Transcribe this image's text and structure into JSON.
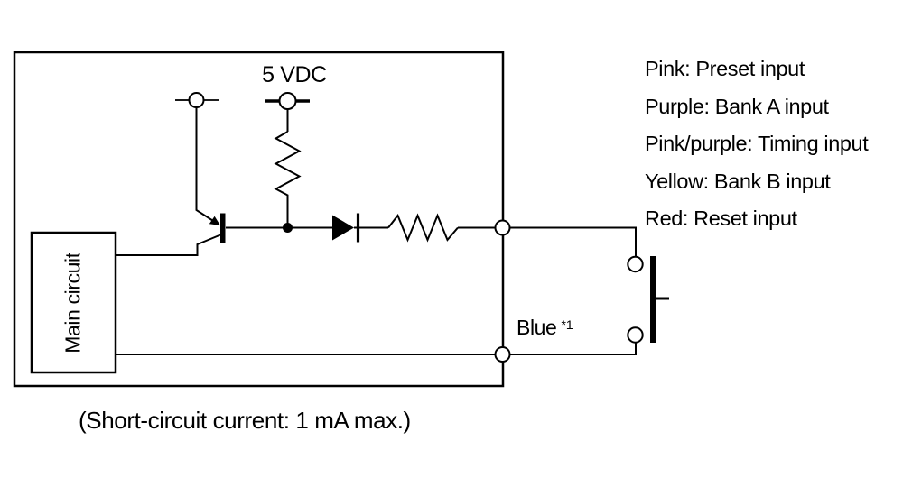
{
  "colors": {
    "background": "#ffffff",
    "ink": "#000000"
  },
  "diagram": {
    "power_label": "5 VDC",
    "main_circuit_label": "Main circuit",
    "blue_wire_label": "Blue",
    "blue_wire_note": "*1",
    "short_circuit_caption": "(Short-circuit current: 1 mA max.)",
    "legend": [
      "Pink: Preset input",
      "Purple: Bank A input",
      "Pink/purple: Timing input",
      "Yellow: Bank B input",
      "Red: Reset input"
    ]
  }
}
